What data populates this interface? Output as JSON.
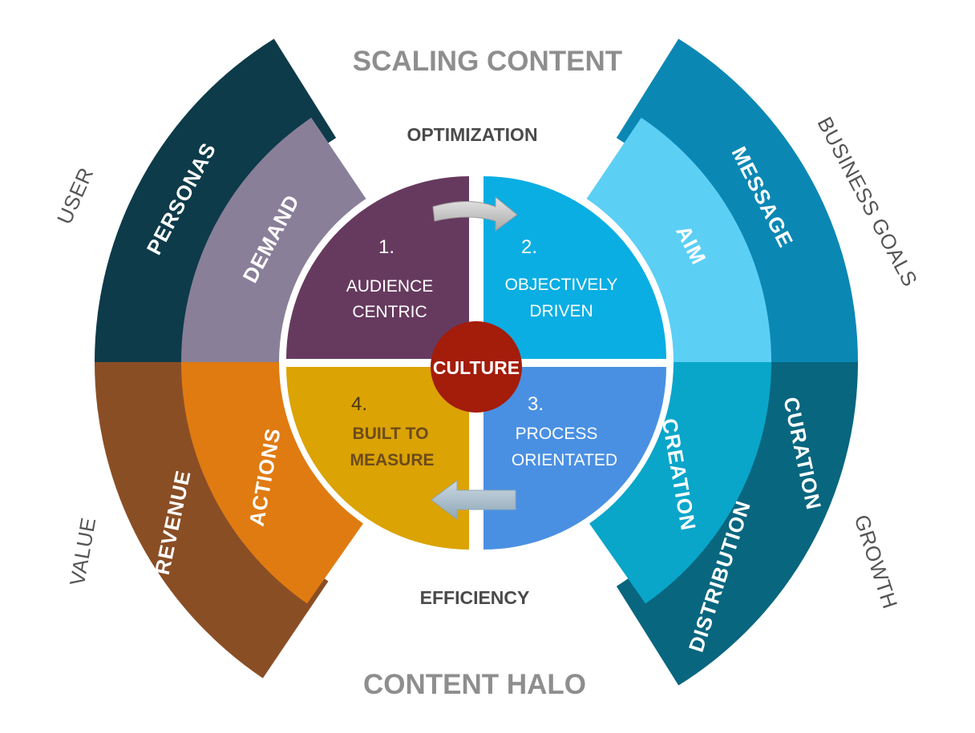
{
  "titles": {
    "top": "SCALING CONTENT",
    "bottom": "CONTENT HALO"
  },
  "axes": {
    "top": "OPTIMIZATION",
    "bottom": "EFFICIENCY"
  },
  "side_labels": {
    "user": "USER",
    "business_goals": "BUSINESS GOALS",
    "value": "VALUE",
    "growth": "GROWTH"
  },
  "outer_ring": {
    "personas": {
      "label": "PERSONAS",
      "color": "#0d3b4a"
    },
    "message": {
      "label": "MESSAGE",
      "color": "#0b87b4"
    },
    "revenue": {
      "label": "REVENUE",
      "color": "#8a4e25"
    },
    "curation": {
      "label": "CURATION",
      "color": "#08667f"
    },
    "distribution": {
      "label": "DISTRIBUTION",
      "color": "#08667f"
    }
  },
  "inner_ring": {
    "demand": {
      "label": "DEMAND",
      "color": "#8a7f98"
    },
    "aim": {
      "label": "AIM",
      "color": "#5ccff5"
    },
    "actions": {
      "label": "ACTIONS",
      "color": "#e07b12"
    },
    "creation": {
      "label": "CREATION",
      "color": "#09a6c9"
    }
  },
  "quadrants": [
    {
      "number": "1.",
      "line1": "AUDIENCE",
      "line2": "CENTRIC",
      "color": "#663a5e"
    },
    {
      "number": "2.",
      "line1": "OBJECTIVELY",
      "line2": "DRIVEN",
      "color": "#0aaee3"
    },
    {
      "number": "3.",
      "line1": "PROCESS",
      "line2": "ORIENTATED",
      "color": "#4a90e2"
    },
    {
      "number": "4.",
      "line1": "BUILT TO",
      "line2": "MEASURE",
      "color": "#dba303"
    }
  ],
  "core": {
    "label": "CULTURE",
    "color": "#a41c0a"
  }
}
